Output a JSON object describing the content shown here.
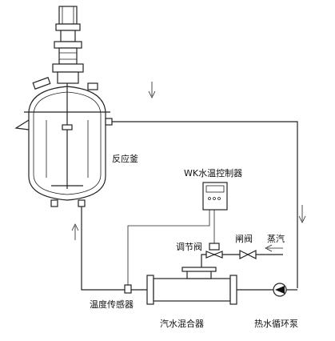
{
  "labels": {
    "reactor": "反应釜",
    "controller": "WK水温控制器",
    "regulating_valve": "调节阀",
    "gate_valve": "闸阀",
    "steam": "蒸汽",
    "temp_sensor": "温度传感器",
    "mixer": "汽水混合器",
    "hot_water_pump": "热水循环泵"
  },
  "colors": {
    "line": "#222222",
    "background": "#ffffff"
  }
}
